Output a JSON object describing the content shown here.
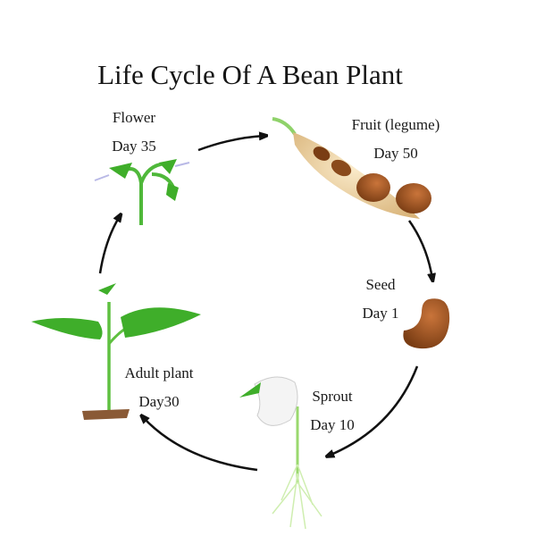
{
  "title": "Life Cycle Of A Bean Plant",
  "stages": [
    {
      "name": "Flower",
      "day": "Day 35"
    },
    {
      "name": "Fruit (legume)",
      "day": "Day 50"
    },
    {
      "name": "Seed",
      "day": "Day 1"
    },
    {
      "name": "Sprout",
      "day": "Day 10"
    },
    {
      "name": "Adult plant",
      "day": "Day30"
    }
  ],
  "colors": {
    "leaf": "#3fae2a",
    "stem": "#7dcf4a",
    "seed": "#8a4a1c",
    "pod": "#f0d9a8",
    "arrow": "#111111"
  }
}
